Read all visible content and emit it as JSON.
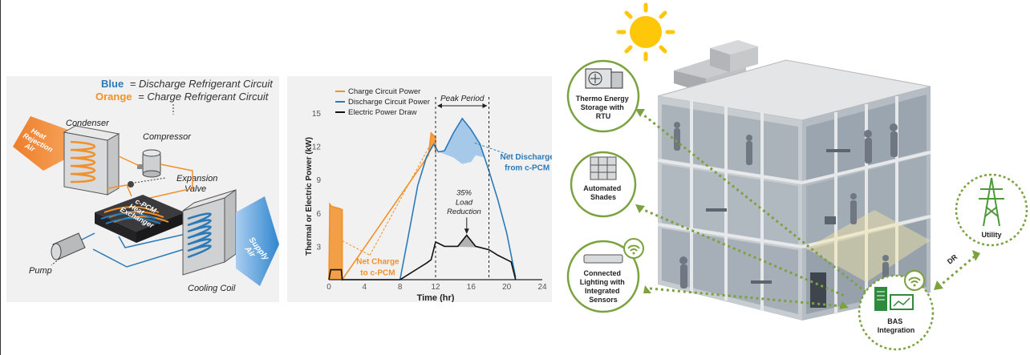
{
  "system": {
    "legend_blue_word": "Blue",
    "legend_blue_rest": "= Discharge Refrigerant Circuit",
    "legend_orange_word": "Orange",
    "legend_orange_rest": "= Charge Refrigerant Circuit",
    "condenser": "Condenser",
    "heat_rejection_air": [
      "Heat",
      "Rejection",
      "Air"
    ],
    "compressor": "Compressor",
    "expansion_valve": [
      "Expansion",
      "Valve"
    ],
    "exchanger": [
      "c-PCM",
      "Heat",
      "Exchanger"
    ],
    "pump": "Pump",
    "cooling_coil": "Cooling Coil",
    "supply_air": [
      "Supply",
      "Air"
    ]
  },
  "chart_data": {
    "type": "line",
    "xlabel": "Time (hr)",
    "ylabel": "Thermal or Electric Power (kW)",
    "xlim": [
      0,
      24
    ],
    "ylim": [
      0,
      15
    ],
    "xticks": [
      "0",
      "4",
      "8",
      "12",
      "16",
      "20",
      "24"
    ],
    "yticks": [
      "3",
      "6",
      "9",
      "12",
      "15"
    ],
    "series": [
      {
        "name": "Charge Circuit Power",
        "color": "#f2902a",
        "x": [
          0,
          0.1,
          0.3,
          1.2,
          1.5,
          1.5,
          11.2,
          11.5,
          12,
          12
        ],
        "y": [
          0,
          6.8,
          6.6,
          6.4,
          6.3,
          0,
          11.2,
          13.2,
          12.8,
          11.3
        ]
      },
      {
        "name": "Discharge Circuit Power",
        "color": "#2a7ab8",
        "x": [
          8,
          9,
          10,
          11,
          11.8,
          12.3,
          13,
          14,
          15,
          16,
          17,
          17.5,
          18,
          19,
          20,
          21
        ],
        "y": [
          0,
          4.2,
          8.5,
          11.1,
          12.2,
          11.5,
          11.6,
          13.2,
          14.5,
          13.5,
          12.2,
          11.0,
          9.8,
          7.2,
          4.2,
          0.2
        ]
      },
      {
        "name": "Electric Power Draw",
        "color": "#111111",
        "x": [
          0,
          0.2,
          1.4,
          1.5,
          8,
          9,
          10,
          11,
          11.5,
          12,
          13,
          14.5,
          15.5,
          16.5,
          17,
          18,
          19,
          20,
          20.5,
          21
        ],
        "y": [
          0,
          0.9,
          0.9,
          0,
          0,
          0.5,
          1.0,
          1.5,
          1.8,
          3.4,
          3.0,
          3.0,
          4.0,
          3.0,
          2.9,
          2.7,
          2.2,
          1.8,
          1.6,
          0
        ]
      }
    ],
    "peak_period": [
      12,
      18
    ],
    "annotations": {
      "peak_period": "Peak Period",
      "load_reduction": [
        "35%",
        "Load",
        "Reduction"
      ],
      "net_charge": [
        "Net Charge",
        "to c-PCM"
      ],
      "net_discharge": [
        "Net Discharge",
        "from c-PCM"
      ]
    }
  },
  "building": {
    "thermo": [
      "Thermo Energy",
      "Storage with",
      "RTU"
    ],
    "shades": [
      "Automated",
      "Shades"
    ],
    "lighting": [
      "Connected",
      "Lighting with",
      "Integrated",
      "Sensors"
    ],
    "bas": [
      "BAS",
      "Integration"
    ],
    "utility": "Utility",
    "dr": "DR"
  },
  "colors": {
    "blue": "#2a7ab8",
    "orange": "#f2902a",
    "green": "#7ba23f",
    "sun": "#ffc70a"
  }
}
